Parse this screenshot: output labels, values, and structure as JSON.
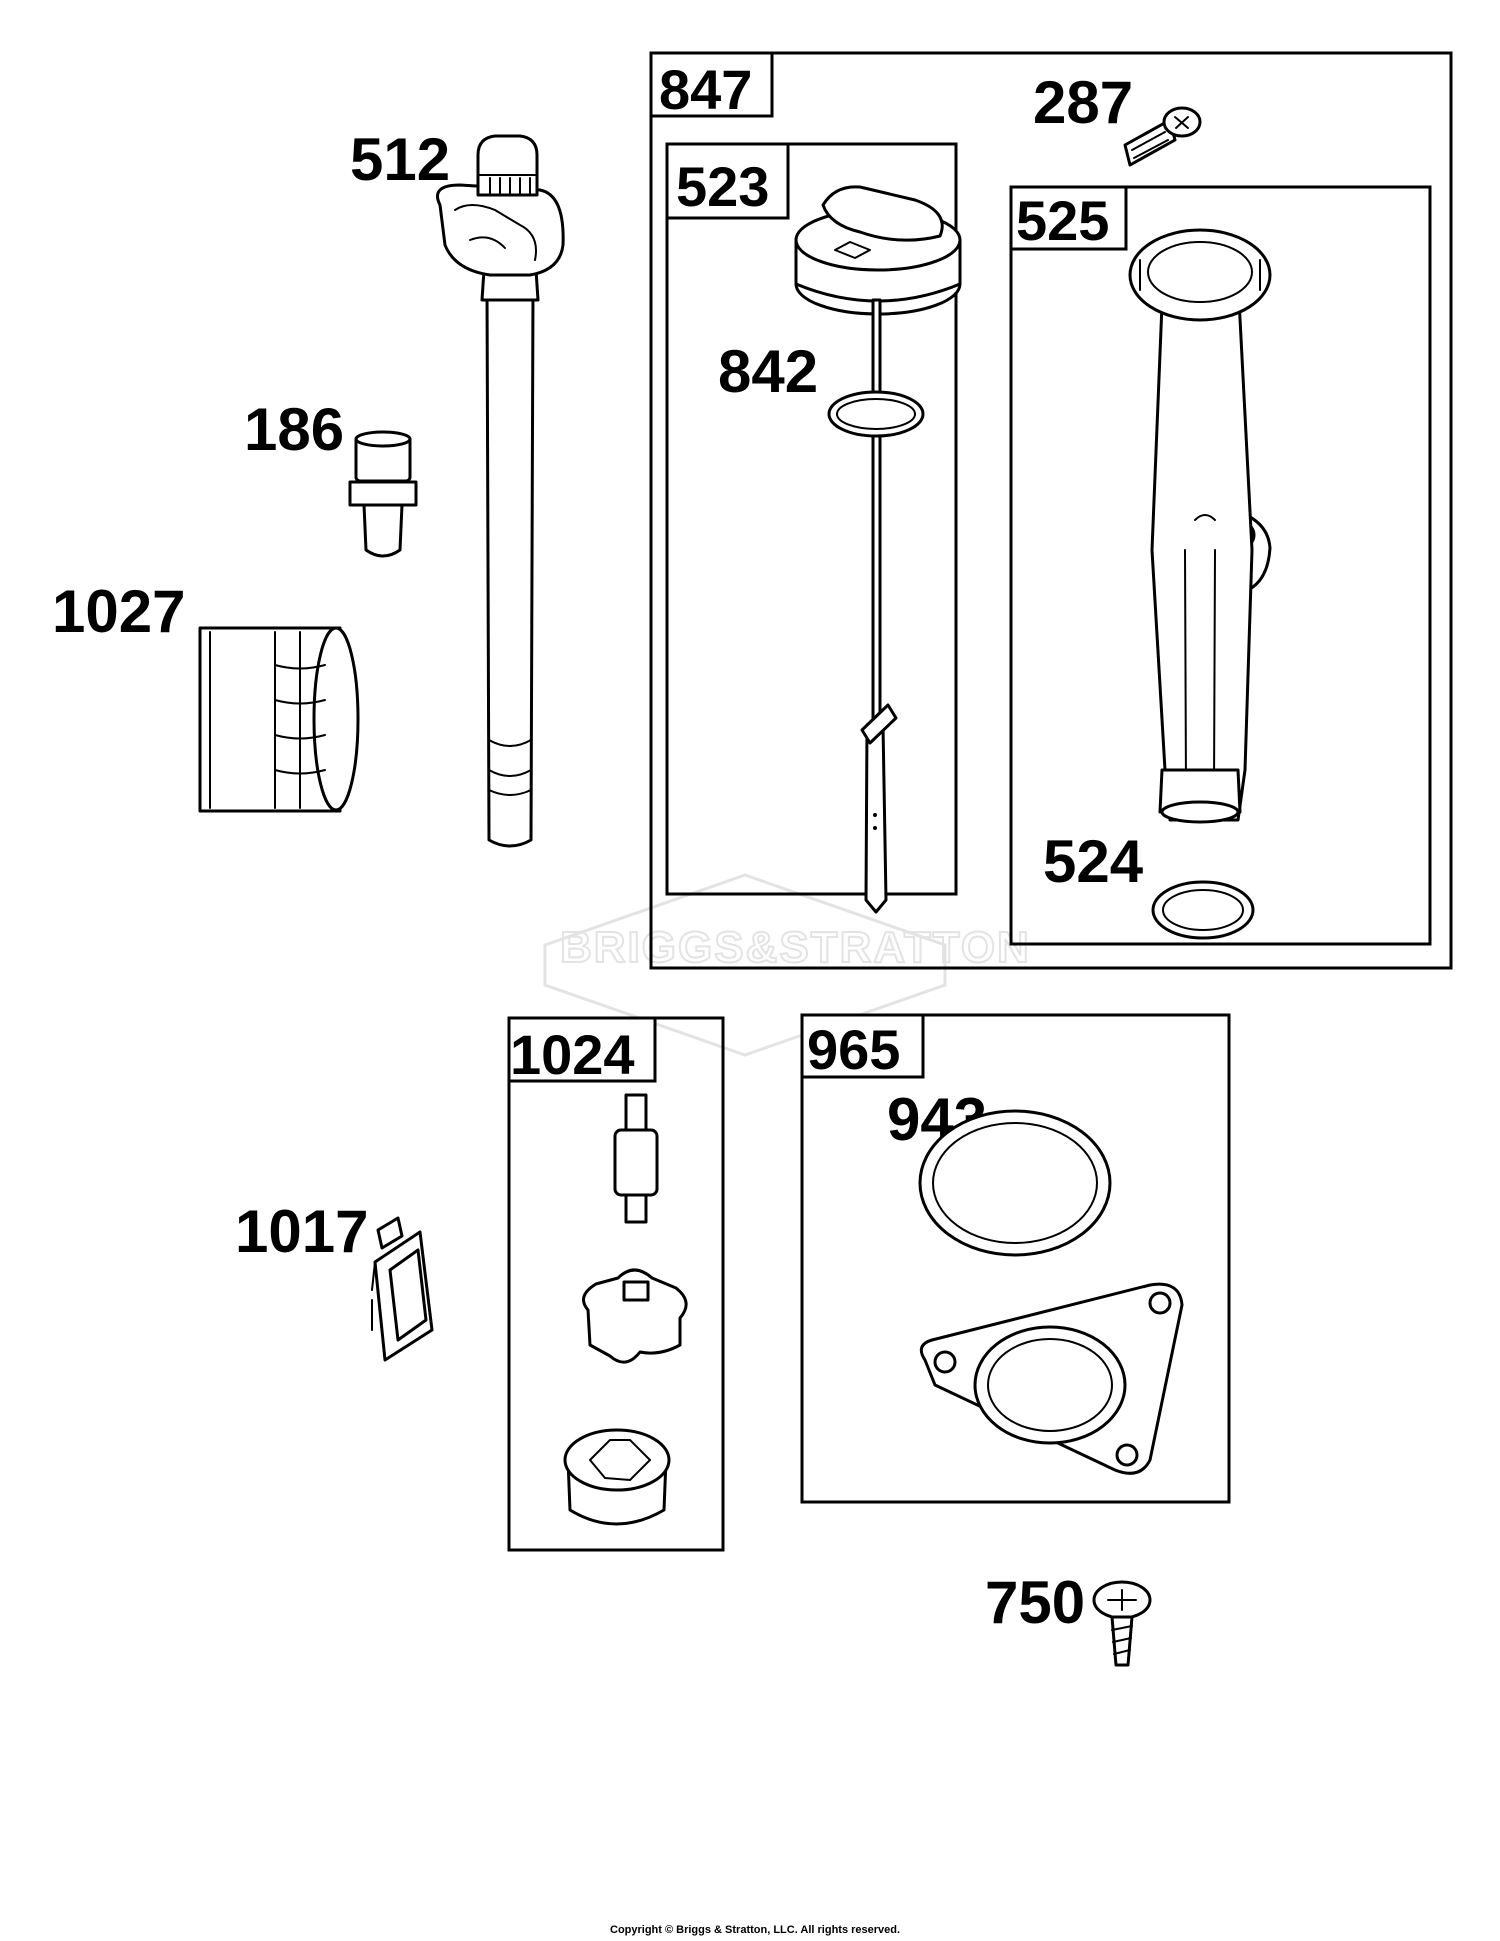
{
  "watermark": "BRIGGS&STRATTON",
  "copyright": "Copyright © Briggs & Stratton, LLC. All rights reserved.",
  "kits": {
    "k847": "847",
    "k523": "523",
    "k525": "525",
    "k1024": "1024",
    "k965": "965"
  },
  "parts": {
    "p512": "512",
    "p186": "186",
    "p1027": "1027",
    "p287": "287",
    "p842": "842",
    "p524": "524",
    "p943": "943",
    "p1017": "1017",
    "p750": "750"
  }
}
